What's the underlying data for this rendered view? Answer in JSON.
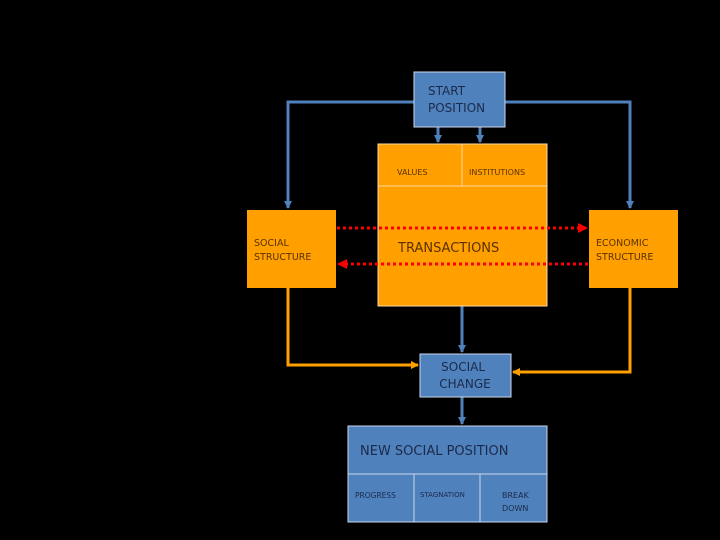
{
  "nodes": {
    "start_position": [
      "START",
      "POSITION"
    ],
    "values": "VALUES",
    "institutions": "INSTITUTIONS",
    "transactions": "TRANSACTIONS",
    "social_structure": [
      "SOCIAL",
      "STRUCTURE"
    ],
    "economic_structure": [
      "ECONOMIC",
      "STRUCTURE"
    ],
    "social_change": [
      "SOCIAL",
      "CHANGE"
    ],
    "new_social_position": "NEW SOCIAL POSITION",
    "progress": "PROGRESS",
    "stagnation": "STAGNATION",
    "breakdown": [
      "BREAK",
      "DOWN"
    ]
  },
  "colors": {
    "blue": "#4f81bd",
    "orange": "#ff9f00",
    "red": "#ff0000",
    "background": "#000000"
  }
}
